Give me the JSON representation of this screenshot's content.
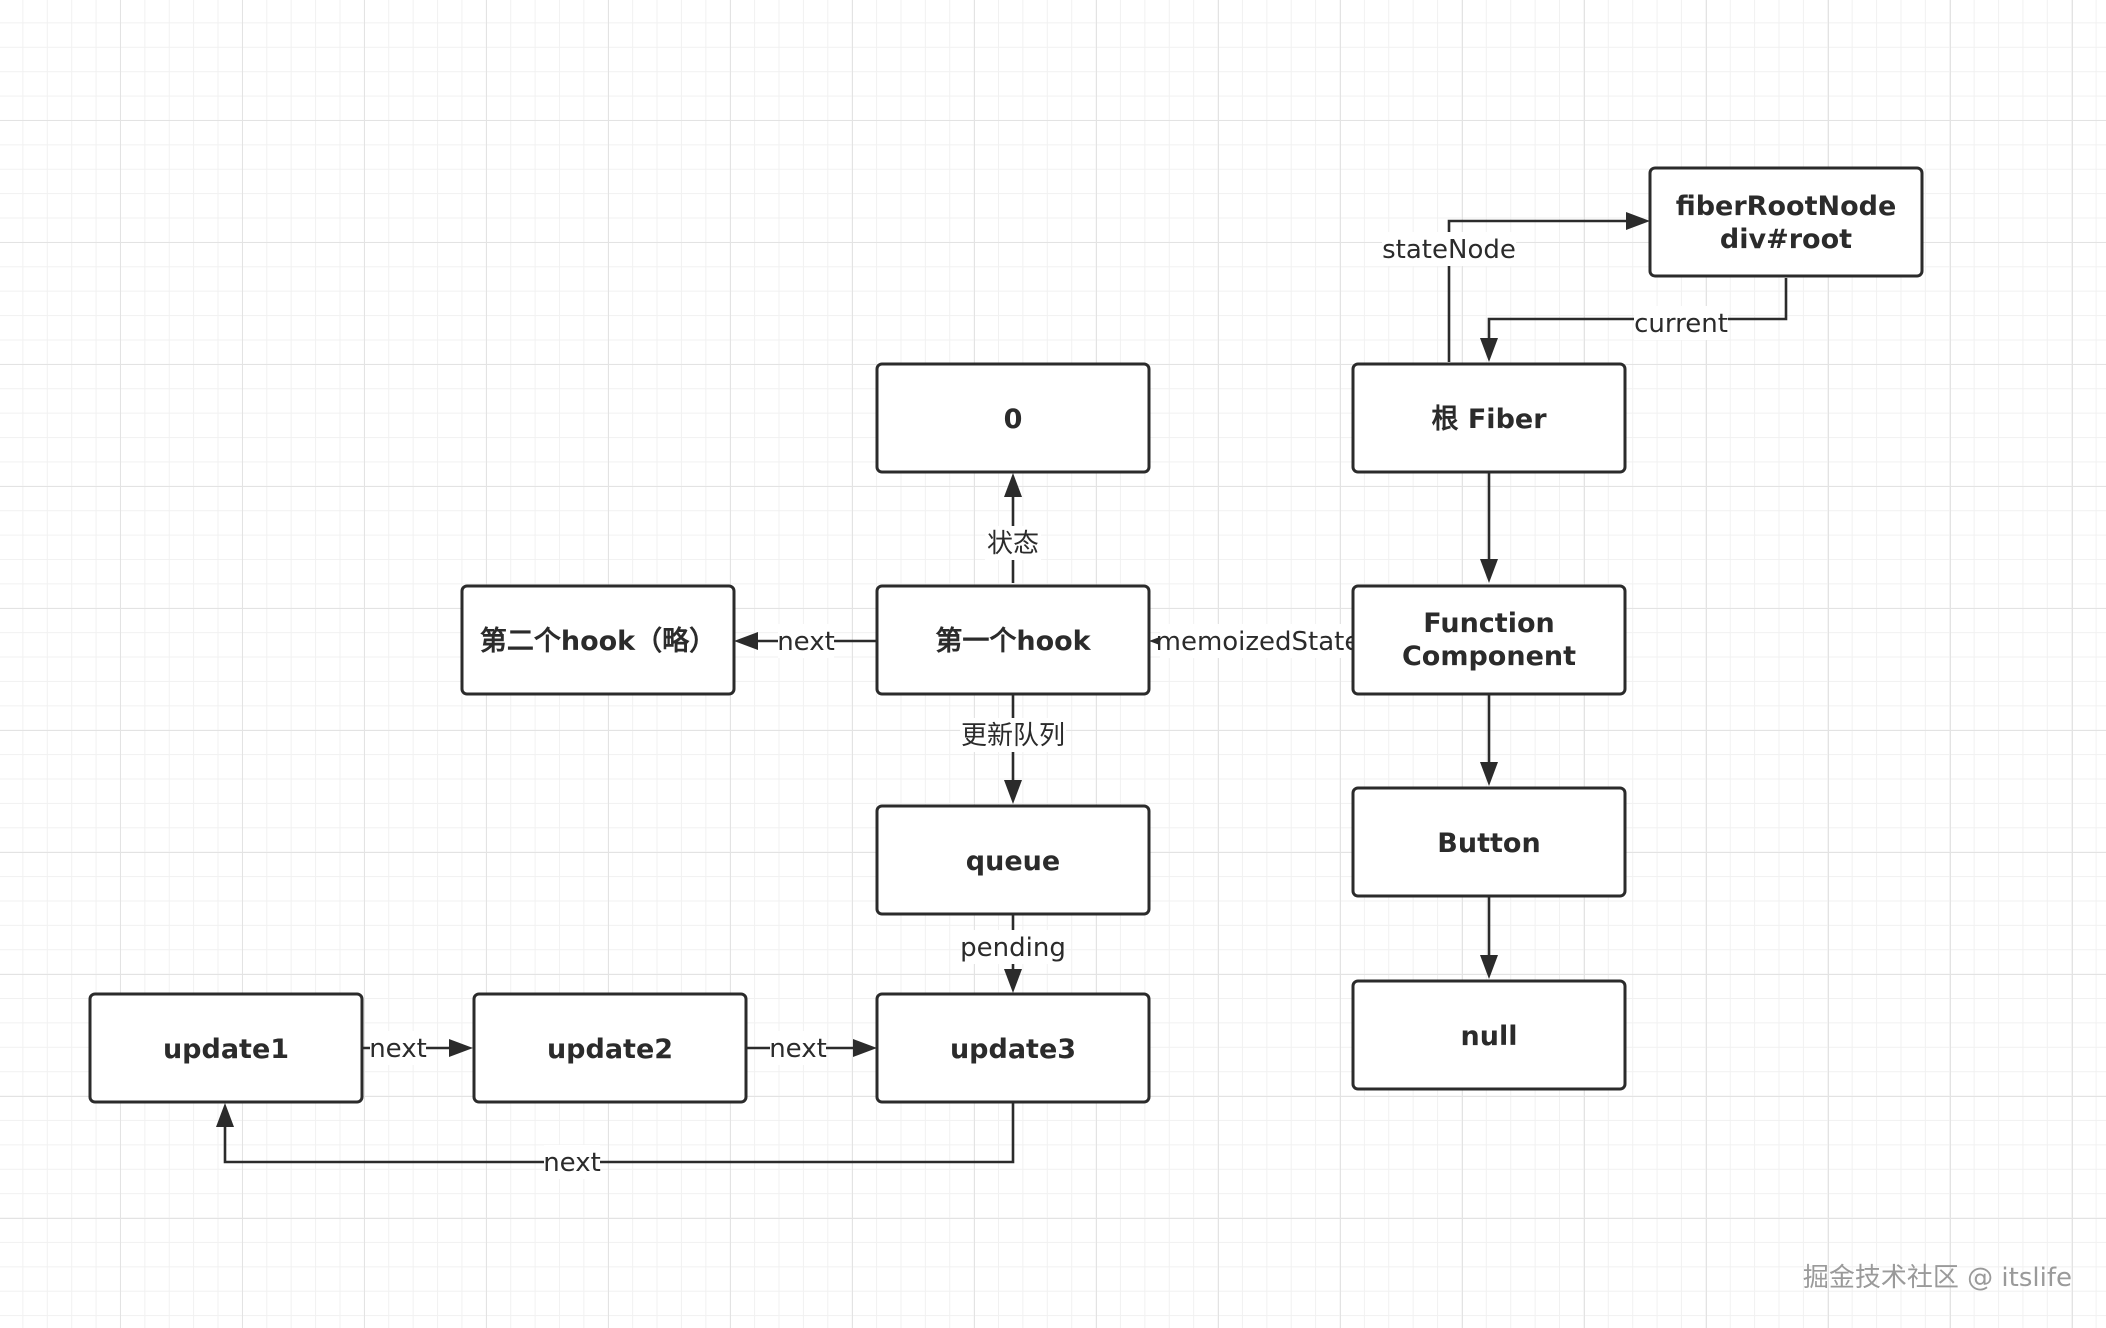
{
  "nodes": {
    "zero": "0",
    "hook2": "第二个hook（略）",
    "hook1": "第一个hook",
    "queue": "queue",
    "update1": "update1",
    "update2": "update2",
    "update3": "update3",
    "fiber_root_node": [
      "fiberRootNode",
      "div#root"
    ],
    "root_fiber": "根 Fiber",
    "function_component": [
      "Function",
      "Component"
    ],
    "button": "Button",
    "null_node": "null"
  },
  "edges": {
    "state_node": "stateNode",
    "current": "current",
    "status": "状态",
    "hook_next": "next",
    "memoized_state": "memoizedState",
    "update_queue": "更新队列",
    "pending": "pending",
    "update1_next": "next",
    "update2_next": "next",
    "update3_next": "next"
  },
  "watermark": "掘金技术社区 @ itslife",
  "colors": {
    "stroke": "#2b2b2b",
    "node_fill": "#ffffff",
    "grid_major": "#e3e3e3",
    "grid_minor": "#f1f1f1",
    "watermark": "#9a9a9a"
  }
}
